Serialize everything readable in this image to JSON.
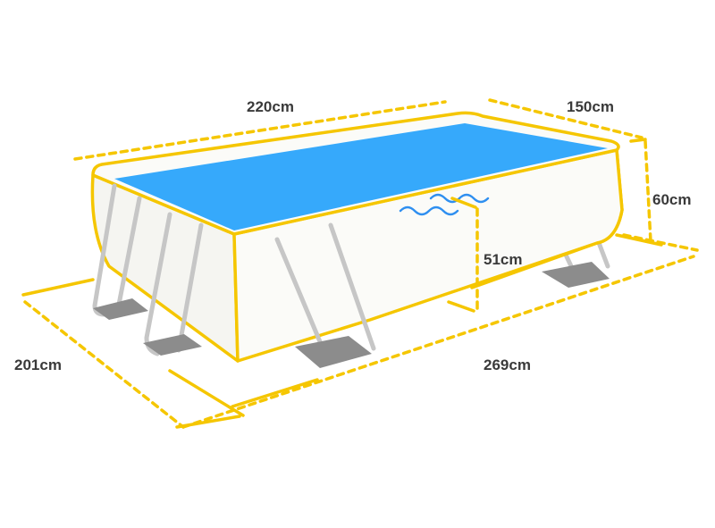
{
  "dimensions": {
    "length_top": "220cm",
    "width_top": "150cm",
    "height_outer": "60cm",
    "water_depth": "51cm",
    "footprint_width": "201cm",
    "footprint_length": "269cm"
  },
  "colors": {
    "outline": "#f5c600",
    "water": "#36a9fb",
    "frame": "#c6c6c6",
    "wall": "#fbfbf8",
    "foot": "#8c8c8c",
    "wave": "#2f8ff0",
    "label": "#3a3a3a"
  }
}
